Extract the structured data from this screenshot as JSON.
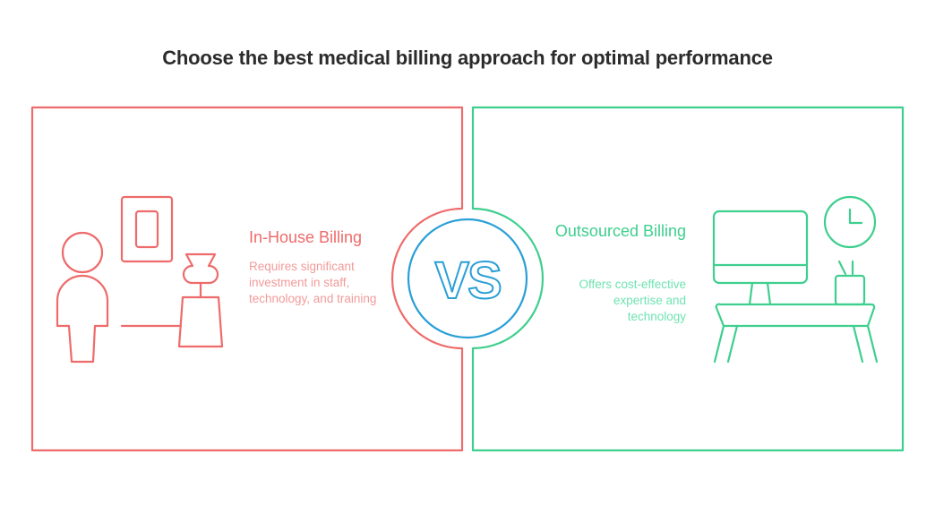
{
  "title": "Choose the best medical billing approach for optimal performance",
  "colors": {
    "in_house": "#ee6b6b",
    "outsourced": "#3ecf8e",
    "vs": "#2a9fd6",
    "title": "#2b2b2b"
  },
  "vs_label": "VS",
  "options": [
    {
      "title": "In-House Billing",
      "description": "Requires significant investment in staff, technology, and training",
      "icon": "person-at-desk-icon"
    },
    {
      "title": "Outsourced Billing",
      "description": "Offers cost-effective expertise and technology",
      "icon": "computer-desk-clock-icon"
    }
  ]
}
